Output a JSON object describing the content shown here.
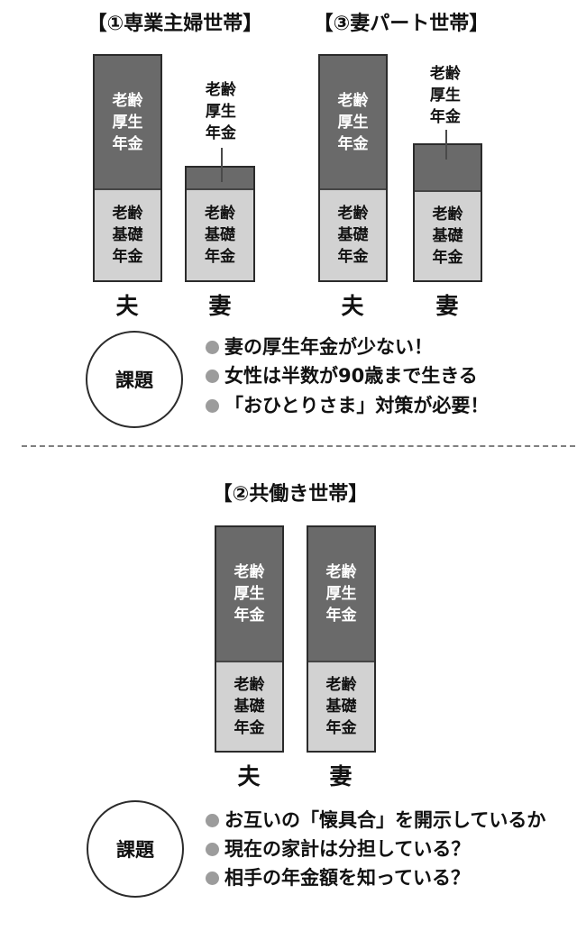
{
  "segments": {
    "kosei": "老齢厚生年金",
    "kiso": "老齢基礎年金"
  },
  "persons": {
    "husband": "夫",
    "wife": "妻"
  },
  "sections": {
    "housewife": {
      "title": "【①専業主婦世帯】",
      "wife_callout": "老齢厚生年金"
    },
    "wife_parttime": {
      "title": "【③妻パート世帯】",
      "wife_callout": "老齢厚生年金"
    },
    "dual_income": {
      "title": "【②共働き世帯】"
    }
  },
  "issues_top": {
    "badge": "課題",
    "items": [
      "妻の厚生年金が少ない！",
      "女性は半数が90歳まで生きる",
      "「おひとりさま」対策が必要！"
    ]
  },
  "issues_bottom": {
    "badge": "課題",
    "items": [
      "お互いの「懐具合」を開示しているか",
      "現在の家計は分担している？",
      "相手の年金額を知っている？"
    ]
  },
  "colors": {
    "kosei_fill": "#6a6a6a",
    "kiso_fill": "#d2d2d2",
    "bar_border": "#2b2b2b",
    "bullet": "#9c9c9c",
    "background": "#ffffff"
  }
}
